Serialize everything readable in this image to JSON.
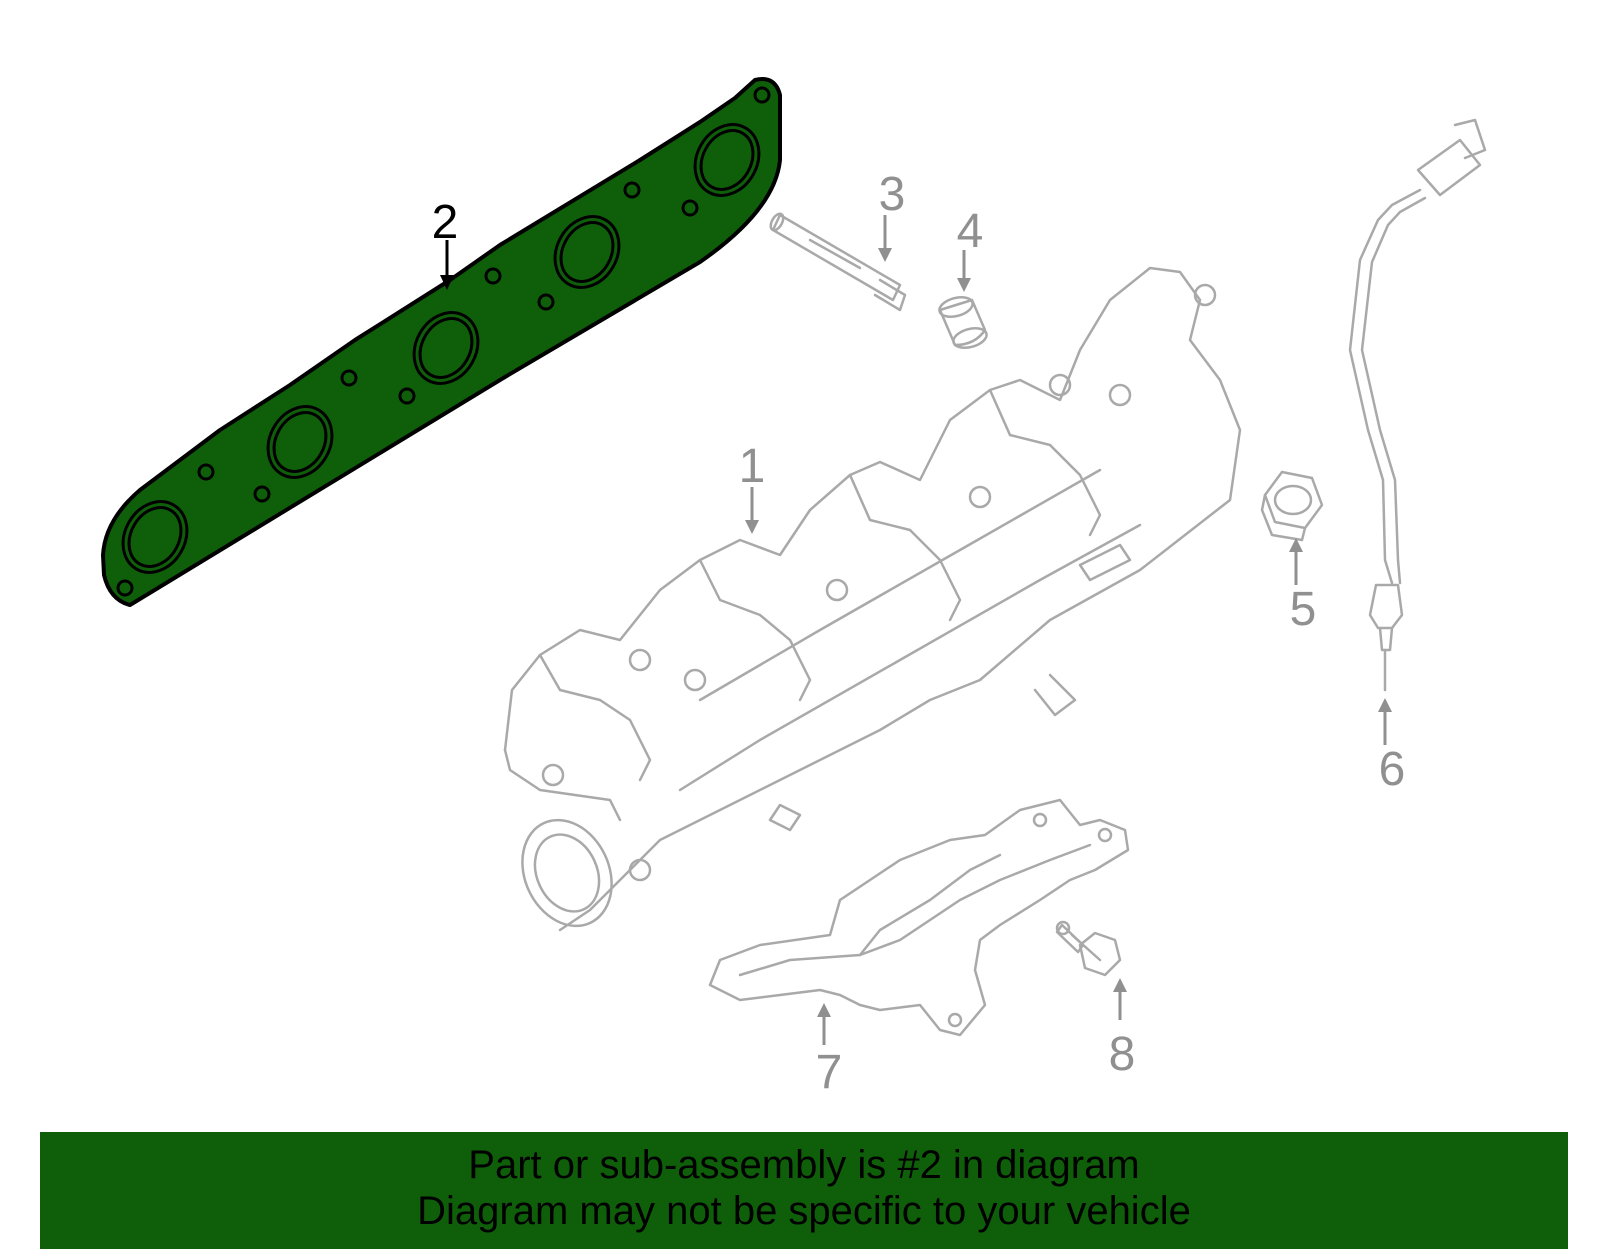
{
  "callouts": [
    {
      "id": "1",
      "text": "1"
    },
    {
      "id": "2",
      "text": "2",
      "highlighted": true
    },
    {
      "id": "3",
      "text": "3"
    },
    {
      "id": "4",
      "text": "4"
    },
    {
      "id": "5",
      "text": "5"
    },
    {
      "id": "6",
      "text": "6"
    },
    {
      "id": "7",
      "text": "7"
    },
    {
      "id": "8",
      "text": "8"
    }
  ],
  "colors": {
    "highlight_fill": "#0f5f0a",
    "banner_bg": "#0f5f0a",
    "part_stroke": "#a9a9a9",
    "label_gray": "#909090"
  },
  "banner": {
    "line1": "Part or sub-assembly is #2 in diagram",
    "line2": "Diagram may not be specific to your vehicle"
  }
}
